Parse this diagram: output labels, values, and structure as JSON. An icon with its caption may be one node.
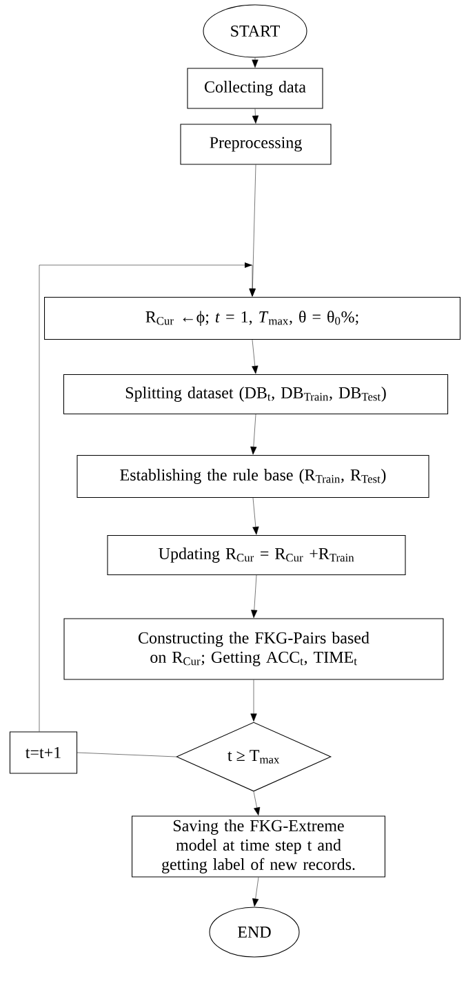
{
  "diagram": {
    "nodes": [
      {
        "text": [
          "START"
        ]
      },
      {
        "text": [
          "Collecting data"
        ]
      },
      {
        "text": [
          "Preprocessing"
        ]
      },
      {
        "text": [
          "R$_{Cur}$ ←ϕ; *t* = 1, *T*$_{max}$, θ = θ$_{0}$%;"
        ]
      },
      {
        "text": [
          "Splitting dataset (DB$_{t}$, DB$_{Train}$, DB$_{Test}$)"
        ]
      },
      {
        "text": [
          "Establishing the rule base (R$_{Train}$, R$_{Test}$)"
        ]
      },
      {
        "text": [
          "Updating R$_{Cur}$ = R$_{Cur}$ +R$_{Train}$"
        ]
      },
      {
        "text": [
          "Constructing the FKG-Pairs based on R$_{Cur}$; Getting ACC$_{t}$, TIME$_{t}$"
        ]
      },
      {
        "text": [
          "t ≥ T$_{max}$"
        ]
      },
      {
        "text": [
          "t=t+1"
        ]
      },
      {
        "text": [
          "Saving the FKG-Extreme model at time step t and getting label of new records."
        ]
      },
      {
        "text": [
          "END"
        ]
      }
    ],
    "edges": [
      {
        "from": 0,
        "to": 1,
        "arrow": "to"
      },
      {
        "from": 1,
        "to": 2,
        "arrow": "to"
      },
      {
        "from": 2,
        "to": 3,
        "arrow": "to"
      },
      {
        "from": 3,
        "to": 4,
        "arrow": "to"
      },
      {
        "from": 4,
        "to": 5,
        "arrow": "to"
      },
      {
        "from": 5,
        "to": 6,
        "arrow": "to"
      },
      {
        "from": 6,
        "to": 7,
        "arrow": "to"
      },
      {
        "from": 7,
        "to": 8,
        "arrow": "to"
      },
      {
        "from": 8,
        "to": 9,
        "arrow": "none"
      },
      {
        "from": 9,
        "to": 3,
        "arrow": "to"
      },
      {
        "from": 8,
        "to": 10,
        "arrow": "to"
      },
      {
        "from": 10,
        "to": 11,
        "arrow": "to"
      }
    ]
  }
}
